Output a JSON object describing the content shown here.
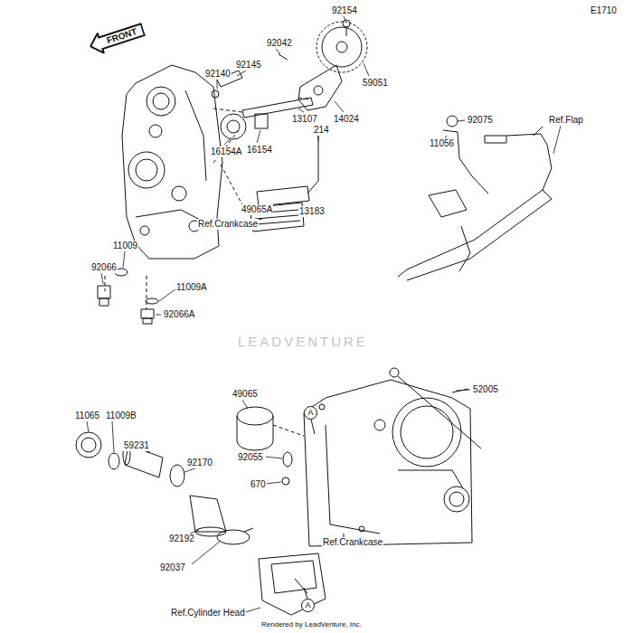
{
  "diagram": {
    "nodes": [
      {
        "text": [
          "FRONT"
        ]
      },
      {
        "text": [
          "A"
        ]
      },
      {
        "text": [
          "A"
        ]
      }
    ],
    "labels": [
      "E1710",
      "92154",
      "92042",
      "59051",
      "92145",
      "92140",
      "13107",
      "14024",
      "16154",
      "16154A",
      "214",
      "92075",
      "Ref.Flap",
      "11056",
      "13183",
      "49065A",
      "Ref.Crankcase",
      "11009",
      "92066",
      "11009A",
      "92066A",
      "LEADVENTURE",
      "52005",
      "49065",
      "11065",
      "11009B",
      "59231",
      "92170",
      "92055",
      "670",
      "92192",
      "92037",
      "Ref.Crankcase",
      "Ref.Cylinder Head",
      "Rendered by LeadVenture, Inc."
    ]
  }
}
